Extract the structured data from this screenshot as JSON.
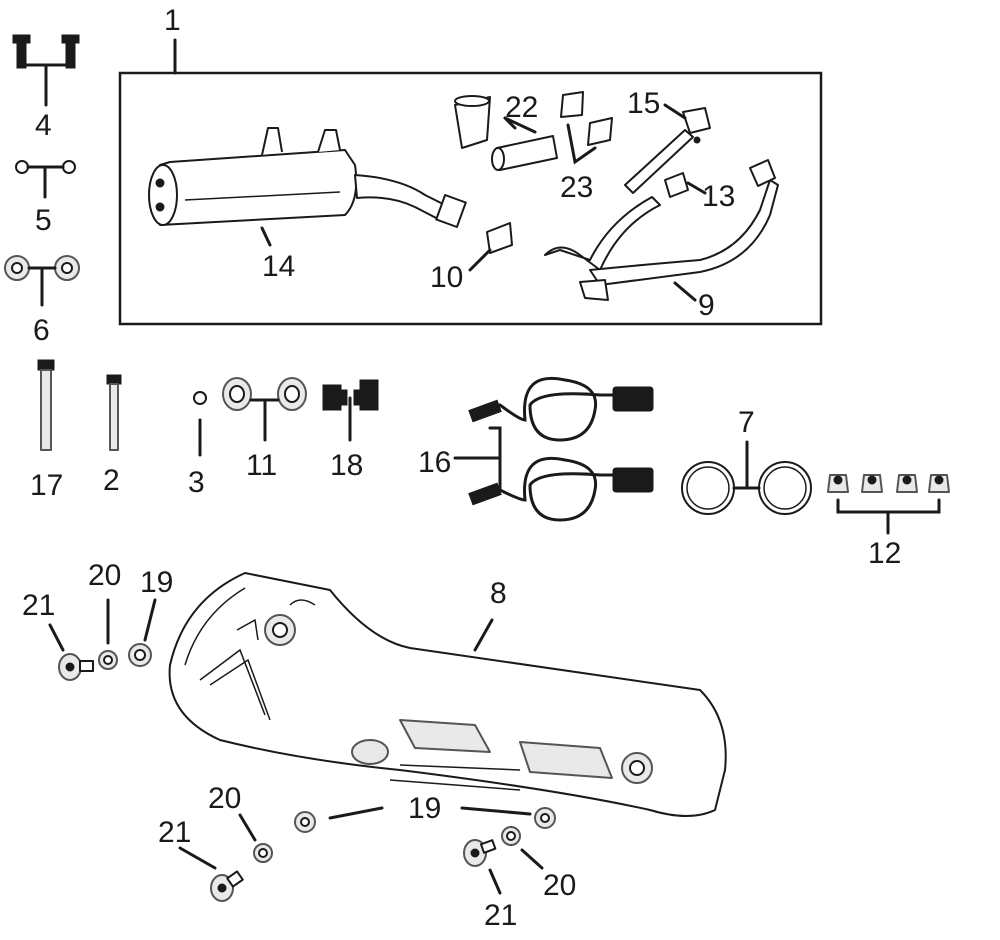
{
  "callouts": {
    "c1": "1",
    "c2": "2",
    "c3": "3",
    "c4": "4",
    "c5": "5",
    "c6": "6",
    "c7": "7",
    "c8": "8",
    "c9": "9",
    "c10": "10",
    "c11": "11",
    "c12": "12",
    "c13": "13",
    "c14": "14",
    "c15": "15",
    "c16": "16",
    "c17": "17",
    "c18": "18",
    "c19a": "19",
    "c19b": "19",
    "c20a": "20",
    "c20b": "20",
    "c20c": "20",
    "c21a": "21",
    "c21b": "21",
    "c21c": "21",
    "c22": "22",
    "c23": "23"
  },
  "colors": {
    "line": "#1a1a1a",
    "fill": "#ffffff",
    "shade": "#e9e9e9"
  }
}
